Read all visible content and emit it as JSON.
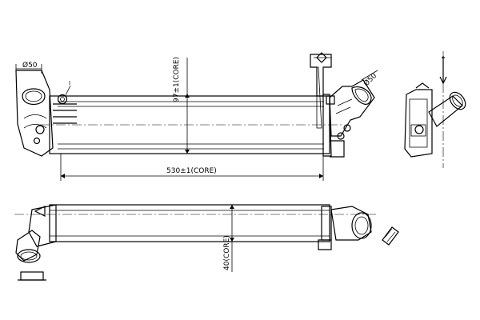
{
  "drawing": {
    "labels": {
      "inlet_diameter": "Ø50",
      "outlet_diameter": "Ø50",
      "core_height": "97±1(CORE)",
      "core_length": "530±1(CORE)",
      "core_depth": "40(CORE)",
      "detail_marker": "I"
    }
  }
}
